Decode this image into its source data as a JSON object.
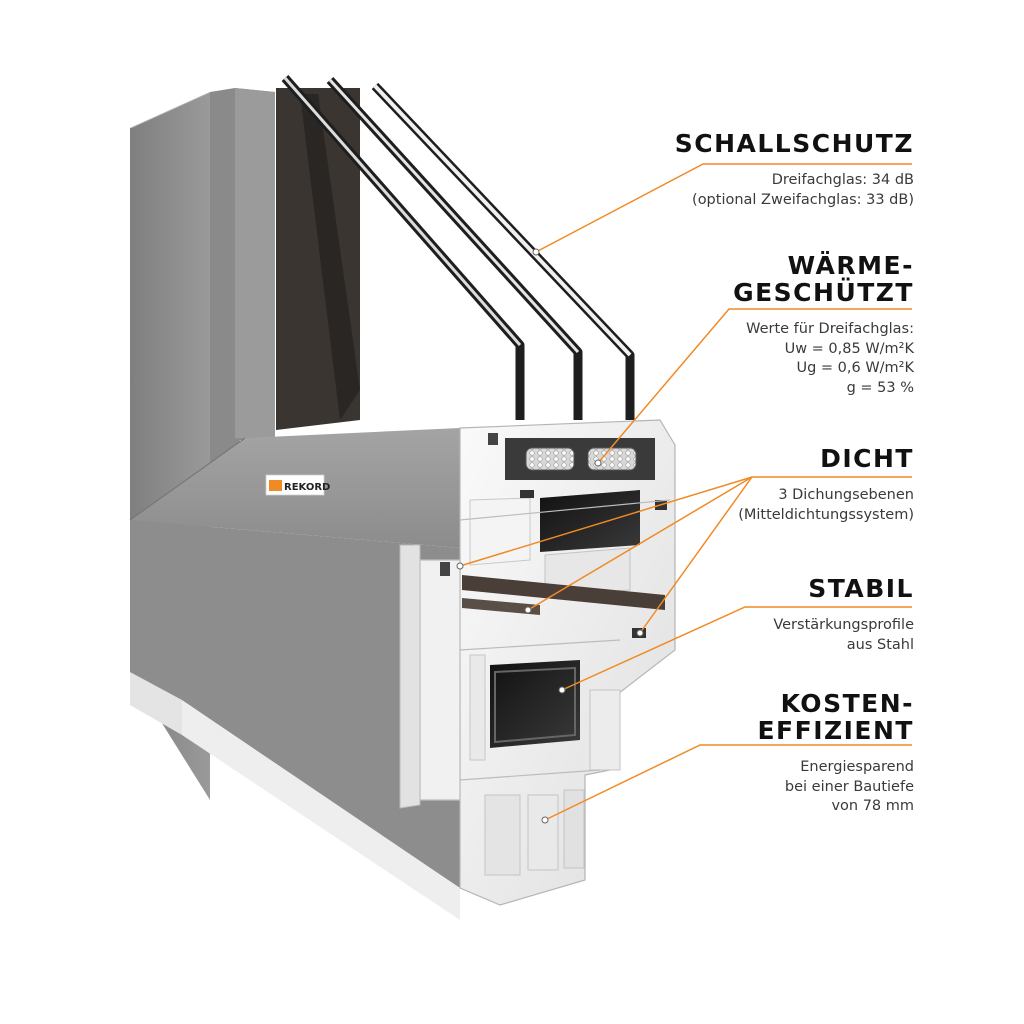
{
  "brand": {
    "logo_text": "REKORD"
  },
  "colors": {
    "accent": "#f08a24",
    "frame_gray": "#8f8f8f",
    "profile_white": "#f2f2f2",
    "glass_edge": "#2a2a2a"
  },
  "features": [
    {
      "id": "schallschutz",
      "heading_lines": [
        "SCHALLSCHUTZ"
      ],
      "description_lines": [
        "Dreifachglas: 34 dB",
        "(optional Zweifachglas: 33 dB)"
      ]
    },
    {
      "id": "waerme",
      "heading_lines": [
        "WÄRME-",
        "GESCHÜTZT"
      ],
      "description_lines": [
        "Werte für Dreifachglas:",
        "Uw = 0,85 W/m²K",
        "Ug = 0,6 W/m²K",
        "g = 53 %"
      ]
    },
    {
      "id": "dicht",
      "heading_lines": [
        "DICHT"
      ],
      "description_lines": [
        "3 Dichungsebenen",
        "(Mitteldichtungssystem)"
      ]
    },
    {
      "id": "stabil",
      "heading_lines": [
        "STABIL"
      ],
      "description_lines": [
        "Verstärkungsprofile",
        "aus Stahl"
      ]
    },
    {
      "id": "kosten",
      "heading_lines": [
        "KOSTEN-",
        "EFFIZIENT"
      ],
      "description_lines": [
        "Energiesparend",
        "bei einer Bautiefe",
        "von 78 mm"
      ]
    }
  ]
}
